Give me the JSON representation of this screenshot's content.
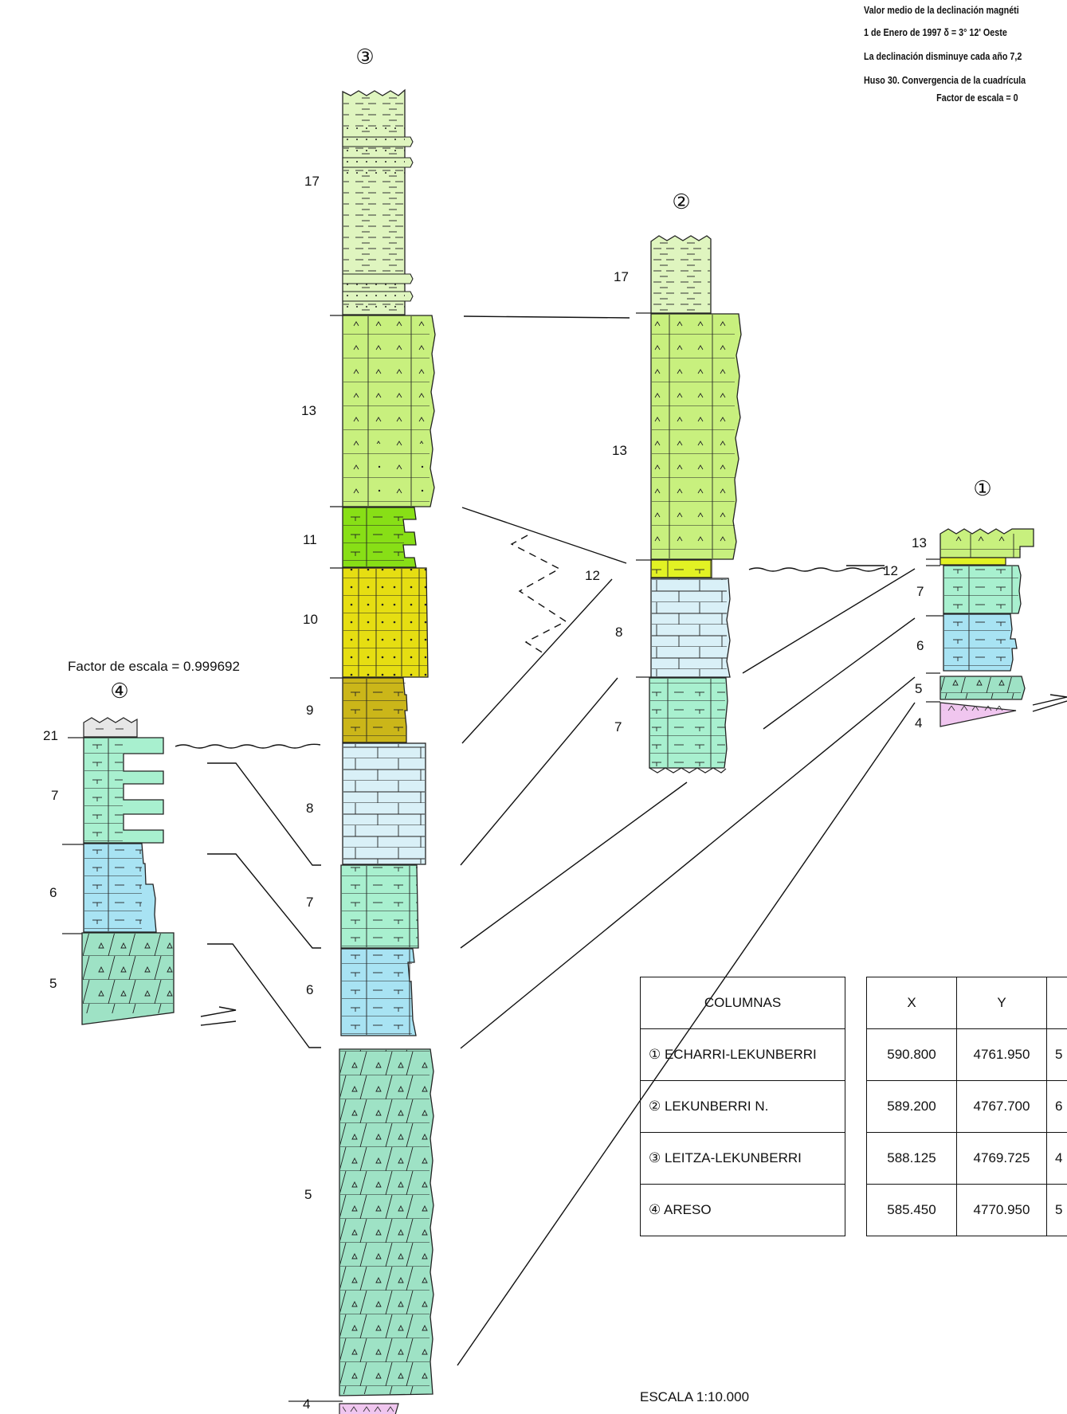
{
  "notes": {
    "line1": "Valor medio de la declinación magnéti",
    "line2": "1 de Enero de 1997    δ = 3° 12' Oeste",
    "line3": "La declinación disminuye cada año 7,2",
    "line4": "Huso 30. Convergencia de la cuadrícula",
    "line5": "Factor de escala =    0"
  },
  "columns": {
    "c1": {
      "marker": "①",
      "units": [
        "13",
        "12",
        "7",
        "6",
        "5",
        "4"
      ]
    },
    "c2": {
      "marker": "②",
      "units": [
        "17",
        "13",
        "12",
        "8",
        "7"
      ]
    },
    "c3": {
      "marker": "③",
      "units": [
        "17",
        "13",
        "11",
        "10",
        "9",
        "8",
        "7",
        "6",
        "5",
        "4"
      ]
    },
    "c4": {
      "marker": "④",
      "scale_factor": "Factor de escala = 0.999692",
      "units": [
        "21",
        "7",
        "6",
        "5"
      ]
    }
  },
  "table": {
    "left_header": "COLUMNAS",
    "right_headers": [
      "X",
      "Y",
      ""
    ],
    "rows": [
      {
        "name": "① ECHARRI-LEKUNBERRI",
        "x": "590.800",
        "y": "4761.950",
        "z": "5"
      },
      {
        "name": "② LEKUNBERRI N.",
        "x": "589.200",
        "y": "4767.700",
        "z": "6"
      },
      {
        "name": "③ LEITZA-LEKUNBERRI",
        "x": "588.125",
        "y": "4769.725",
        "z": "4"
      },
      {
        "name": "④ ARESO",
        "x": "585.450",
        "y": "4770.950",
        "z": "5"
      }
    ]
  },
  "scale_label": "ESCALA 1:10.000",
  "colors": {
    "unit17": "#dff5bf",
    "unit13": "#c8f07e",
    "unit11": "#88df16",
    "unit12": "#e2f224",
    "unit10": "#e6de12",
    "unit9": "#cbb619",
    "unit8": "#d9f0f7",
    "unit7": "#a8f0cf",
    "unit6": "#a8e3f3",
    "unit5": "#9ee2c5",
    "unit4": "#f0c6ef",
    "unit21": "#e6e6e6"
  }
}
